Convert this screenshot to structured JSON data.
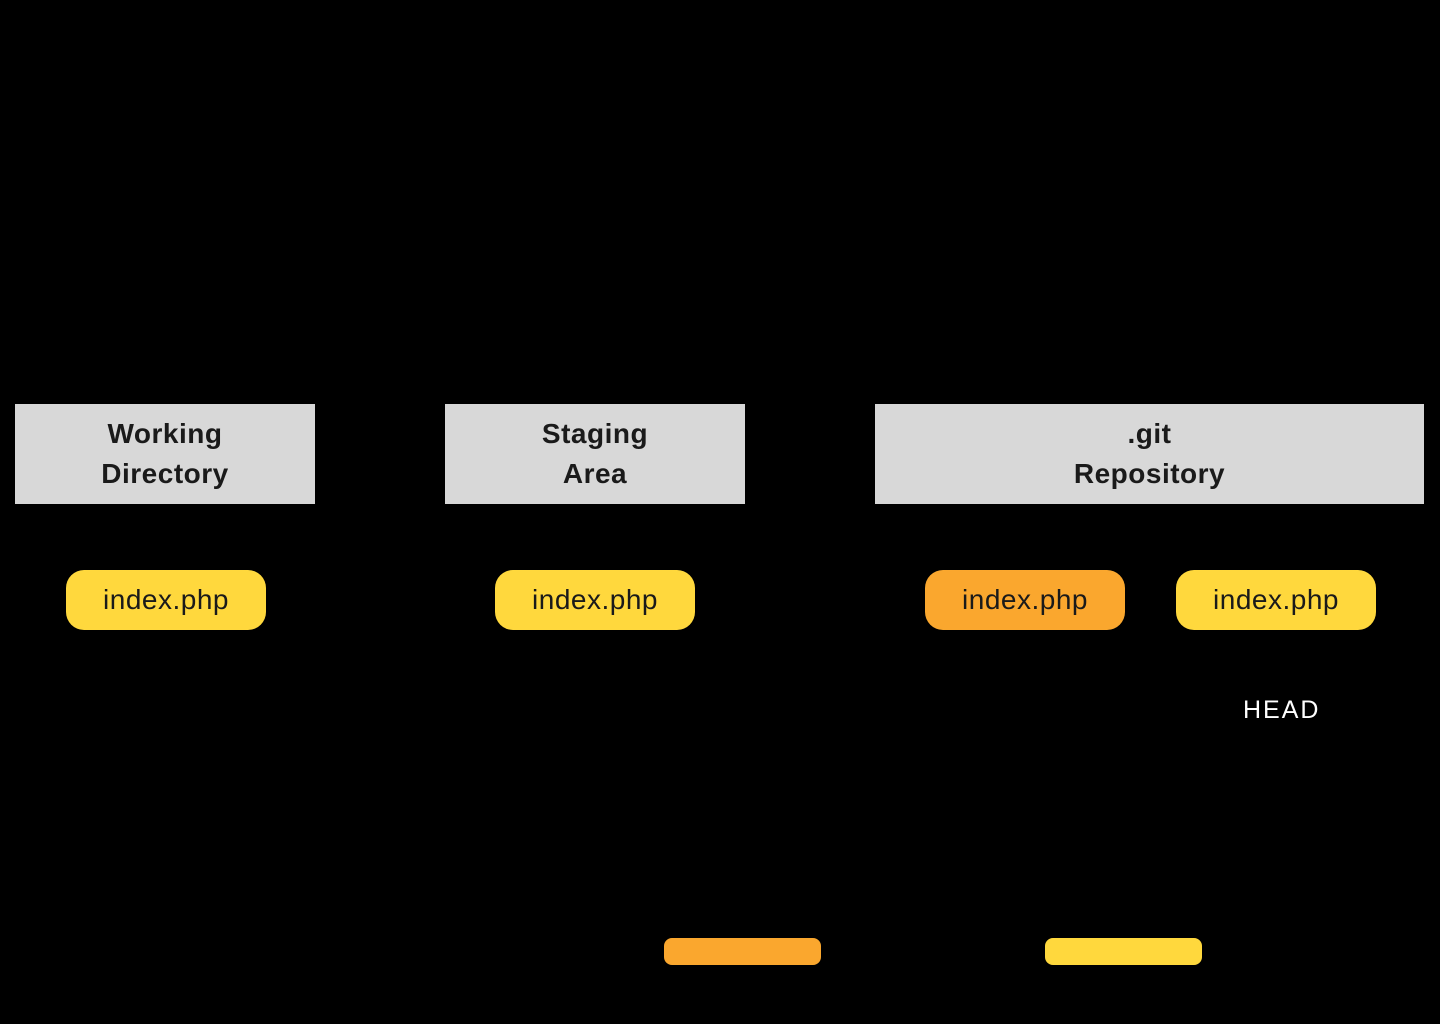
{
  "diagram": {
    "background_color": "#000000",
    "sections": [
      {
        "id": "working-directory",
        "title": [
          "Working",
          "Directory"
        ]
      },
      {
        "id": "staging-area",
        "title": [
          "Staging",
          "Area"
        ]
      },
      {
        "id": "git-repository",
        "title": [
          ".git",
          "Repository"
        ]
      }
    ],
    "files": {
      "working_directory": {
        "label": "index.php",
        "color": "#FFD83D"
      },
      "staging_area": {
        "label": "index.php",
        "color": "#FFD83D"
      },
      "repository_staged": {
        "label": "index.php",
        "color": "#FAA72E"
      },
      "repository_committed": {
        "label": "index.php",
        "color": "#FFD83D"
      }
    },
    "head_label": "HEAD",
    "colors": {
      "header_background": "#D8D8D8",
      "chip_yellow": "#FFD83D",
      "chip_orange": "#FAA72E",
      "dark_text": "#1A1A1A",
      "head_text": "#FFFFFF"
    },
    "legend": {
      "orange_swatch_color": "#FAA72E",
      "yellow_swatch_color": "#FFD83D"
    }
  }
}
